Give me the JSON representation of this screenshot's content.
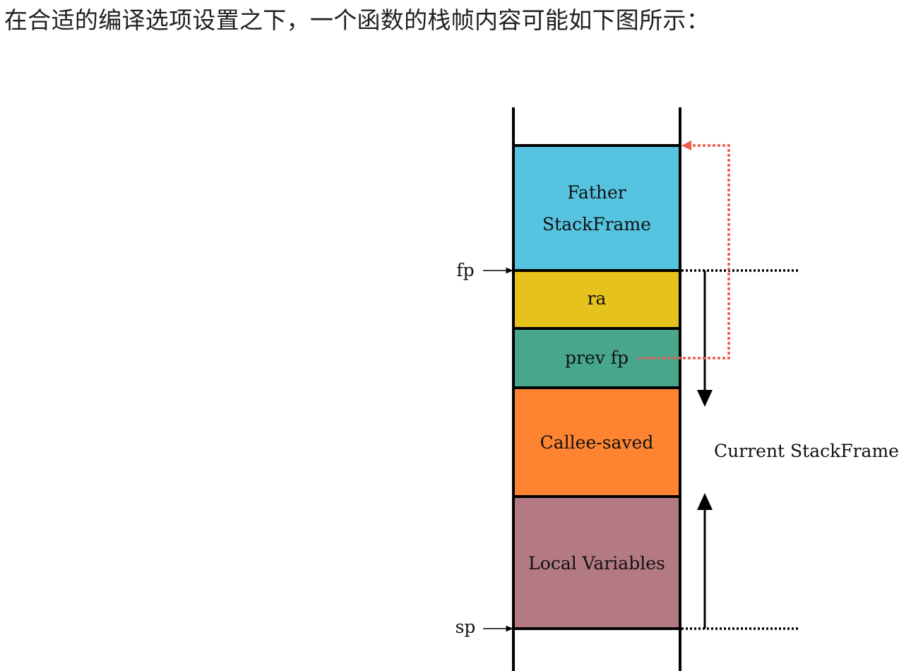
{
  "heading": "在合适的编译选项设置之下，一个函数的栈帧内容可能如下图所示：",
  "diagram": {
    "blocks": [
      {
        "key": "father",
        "lines": [
          "Father",
          "StackFrame"
        ],
        "color": "#56c3e0"
      },
      {
        "key": "ra",
        "lines": [
          "ra"
        ],
        "color": "#e6c21c"
      },
      {
        "key": "prev_fp",
        "lines": [
          "prev fp"
        ],
        "color": "#48a68c"
      },
      {
        "key": "callee_saved",
        "lines": [
          "Callee-saved"
        ],
        "color": "#fe8432"
      },
      {
        "key": "locals",
        "lines": [
          "Local Variables"
        ],
        "color": "#b37a83"
      }
    ],
    "pointer_fp": "fp",
    "pointer_sp": "sp",
    "current_frame_label": "Current StackFrame",
    "link_color": "#ef5a4b",
    "line_color": "#000000"
  }
}
